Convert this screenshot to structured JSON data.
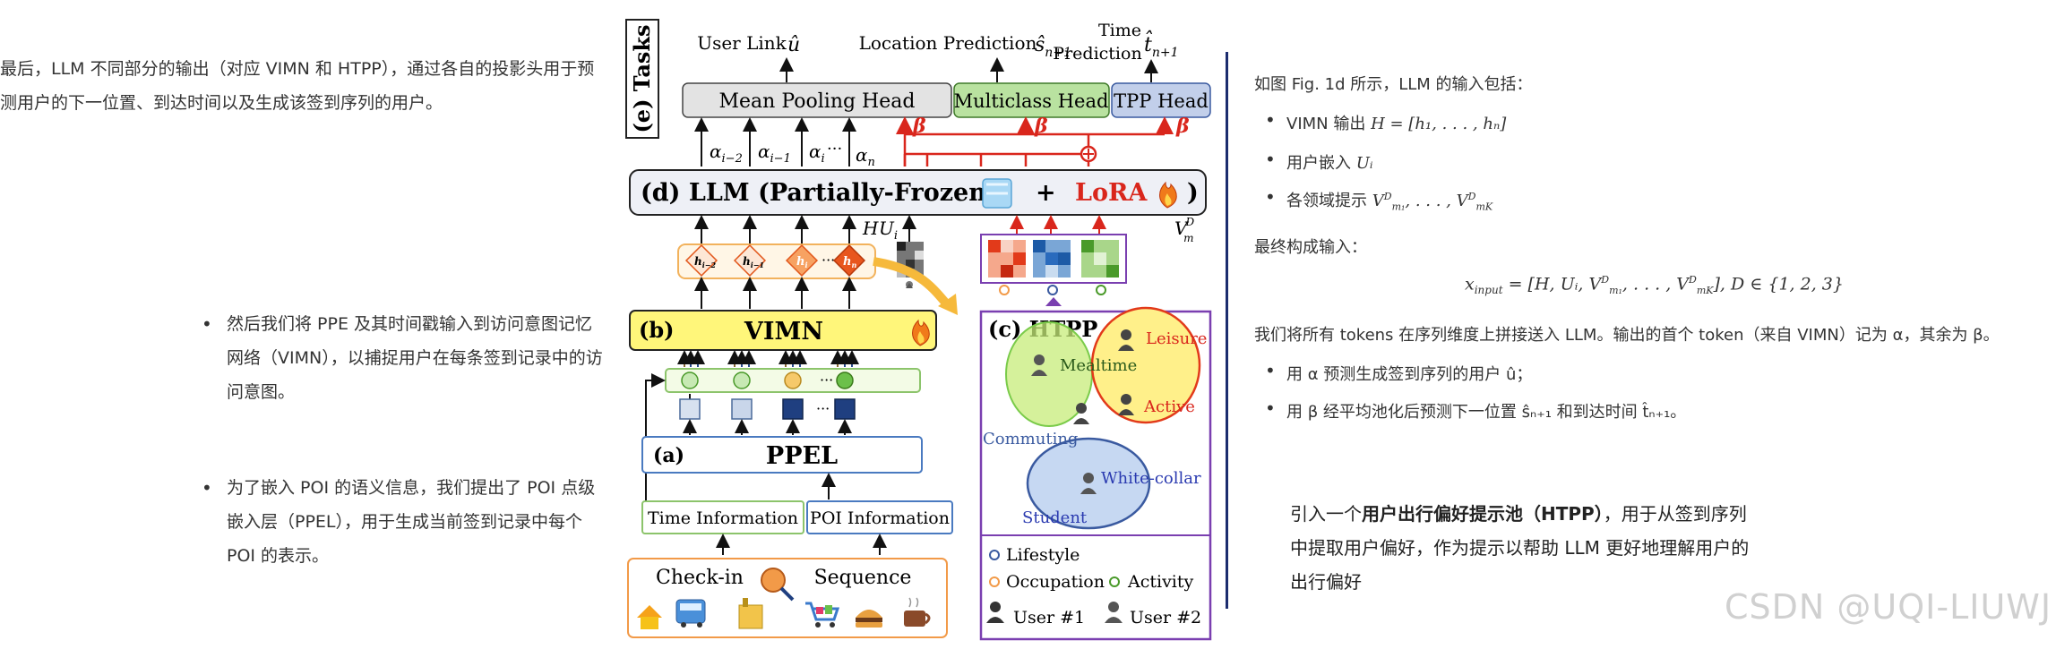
{
  "left": {
    "intro": "最后，LLM 不同部分的输出（对应 VIMN 和 HTPP），通过各自的投影头用于预测用户的下一位置、到达时间以及生成该签到序列的用户。",
    "bullet1": "然后我们将 PPE 及其时间戳输入到访问意图记忆网络（VIMN），以捕捉用户在每条签到记录中的访问意图。",
    "bullet2": "为了嵌入 POI 的语义信息，我们提出了 POI 点级嵌入层（PPEL），用于生成当前签到记录中每个 POI 的表示。"
  },
  "figure": {
    "tasks_label": "(e) Tasks",
    "user_link_label": "User Link",
    "location_pred_label": "Location Prediction",
    "time_label": "Time",
    "prediction_label": "Prediction",
    "mean_pooling_head": "Mean Pooling Head",
    "multiclass_head": "Multiclass Head",
    "tpp_head": "TPP Head",
    "beta": "β",
    "alpha_1": "α",
    "alpha_1_sub": "i−2",
    "alpha_2": "α",
    "alpha_2_sub": "i−1",
    "alpha_3": "α",
    "alpha_3_sub": "i",
    "alpha_4": "α",
    "alpha_4_sub": "n",
    "ellipsis": "···",
    "llm_label": "(d) LLM (Partially-Frozen",
    "plus": "+",
    "lora": "LoRA",
    "close_paren": ")",
    "H_label": "H",
    "U_label": "U",
    "U_sub": "i",
    "V_label": "V",
    "V_sup": "D",
    "V_sub": "m",
    "h1": "h",
    "h1_sub": "i−2",
    "h2": "h",
    "h2_sub": "i−1",
    "h3": "h",
    "h3_sub": "i",
    "h4": "h",
    "h4_sub": "n",
    "vimn_tag": "(b)",
    "vimn": "VIMN",
    "htpp": "(c) HTPP",
    "mealtime": "Mealtime",
    "leisure": "Leisure",
    "active": "Active",
    "commuting": "Commuting",
    "white_collar": "White-collar",
    "student": "Student",
    "ppel_tag": "(a)",
    "ppel": "PPEL",
    "time_info": "Time Information",
    "poi_info": "POI Information",
    "checkin": "Check-in",
    "sequence": "Sequence",
    "legend_lifestyle": "Lifestyle",
    "legend_occupation": "Occupation",
    "legend_activity": "Activity",
    "legend_user1": "User #1",
    "legend_user2": "User #2",
    "colors": {
      "head_gray": "#e3e3e3",
      "head_green": "#b9e2a0",
      "head_blue": "#c2cfea",
      "vimn_yellow": "#fff67a",
      "red": "#d9261c",
      "purple": "#7a3fb0",
      "orange": "#f29a48",
      "green_border": "#8cc46b",
      "blue_border": "#6f8fc9"
    }
  },
  "right": {
    "intro": "如图 Fig. 1d 所示，LLM 的输入包括：",
    "item1_text": "VIMN 输出",
    "item1_math": "H = [h₁, . . . , hₙ]",
    "item2_text": "用户嵌入",
    "item2_math": "Uᵢ",
    "item3_text": "各领域提示",
    "item3_math": "V",
    "final_label": "最终构成输入：",
    "formula_lhs": "x",
    "formula_lhs_sub": "input",
    "formula_rhs": " = [H, Uᵢ, V",
    "formula_mid": ", . . . , V",
    "formula_end": "],     D ∈ {1, 2, 3}",
    "concat_text": "我们将所有 tokens 在序列维度上拼接送入 LLM。输出的首个 token（来自 VIMN）记为 α，其余为 β。",
    "bullet_a": "用 α 预测生成签到序列的用户 û；",
    "bullet_b": "用 β 经平均池化后预测下一位置 ŝₙ₊₁ 和到达时间 t̂ₙ₊₁。"
  },
  "note": {
    "pre": "引入一个",
    "bold": "用户出行偏好提示池（HTPP）",
    "post": "，用于从签到序列中提取用户偏好，作为提示以帮助 LLM 更好地理解用户的出行偏好"
  },
  "watermark": "CSDN @UQI-LIUWJ"
}
